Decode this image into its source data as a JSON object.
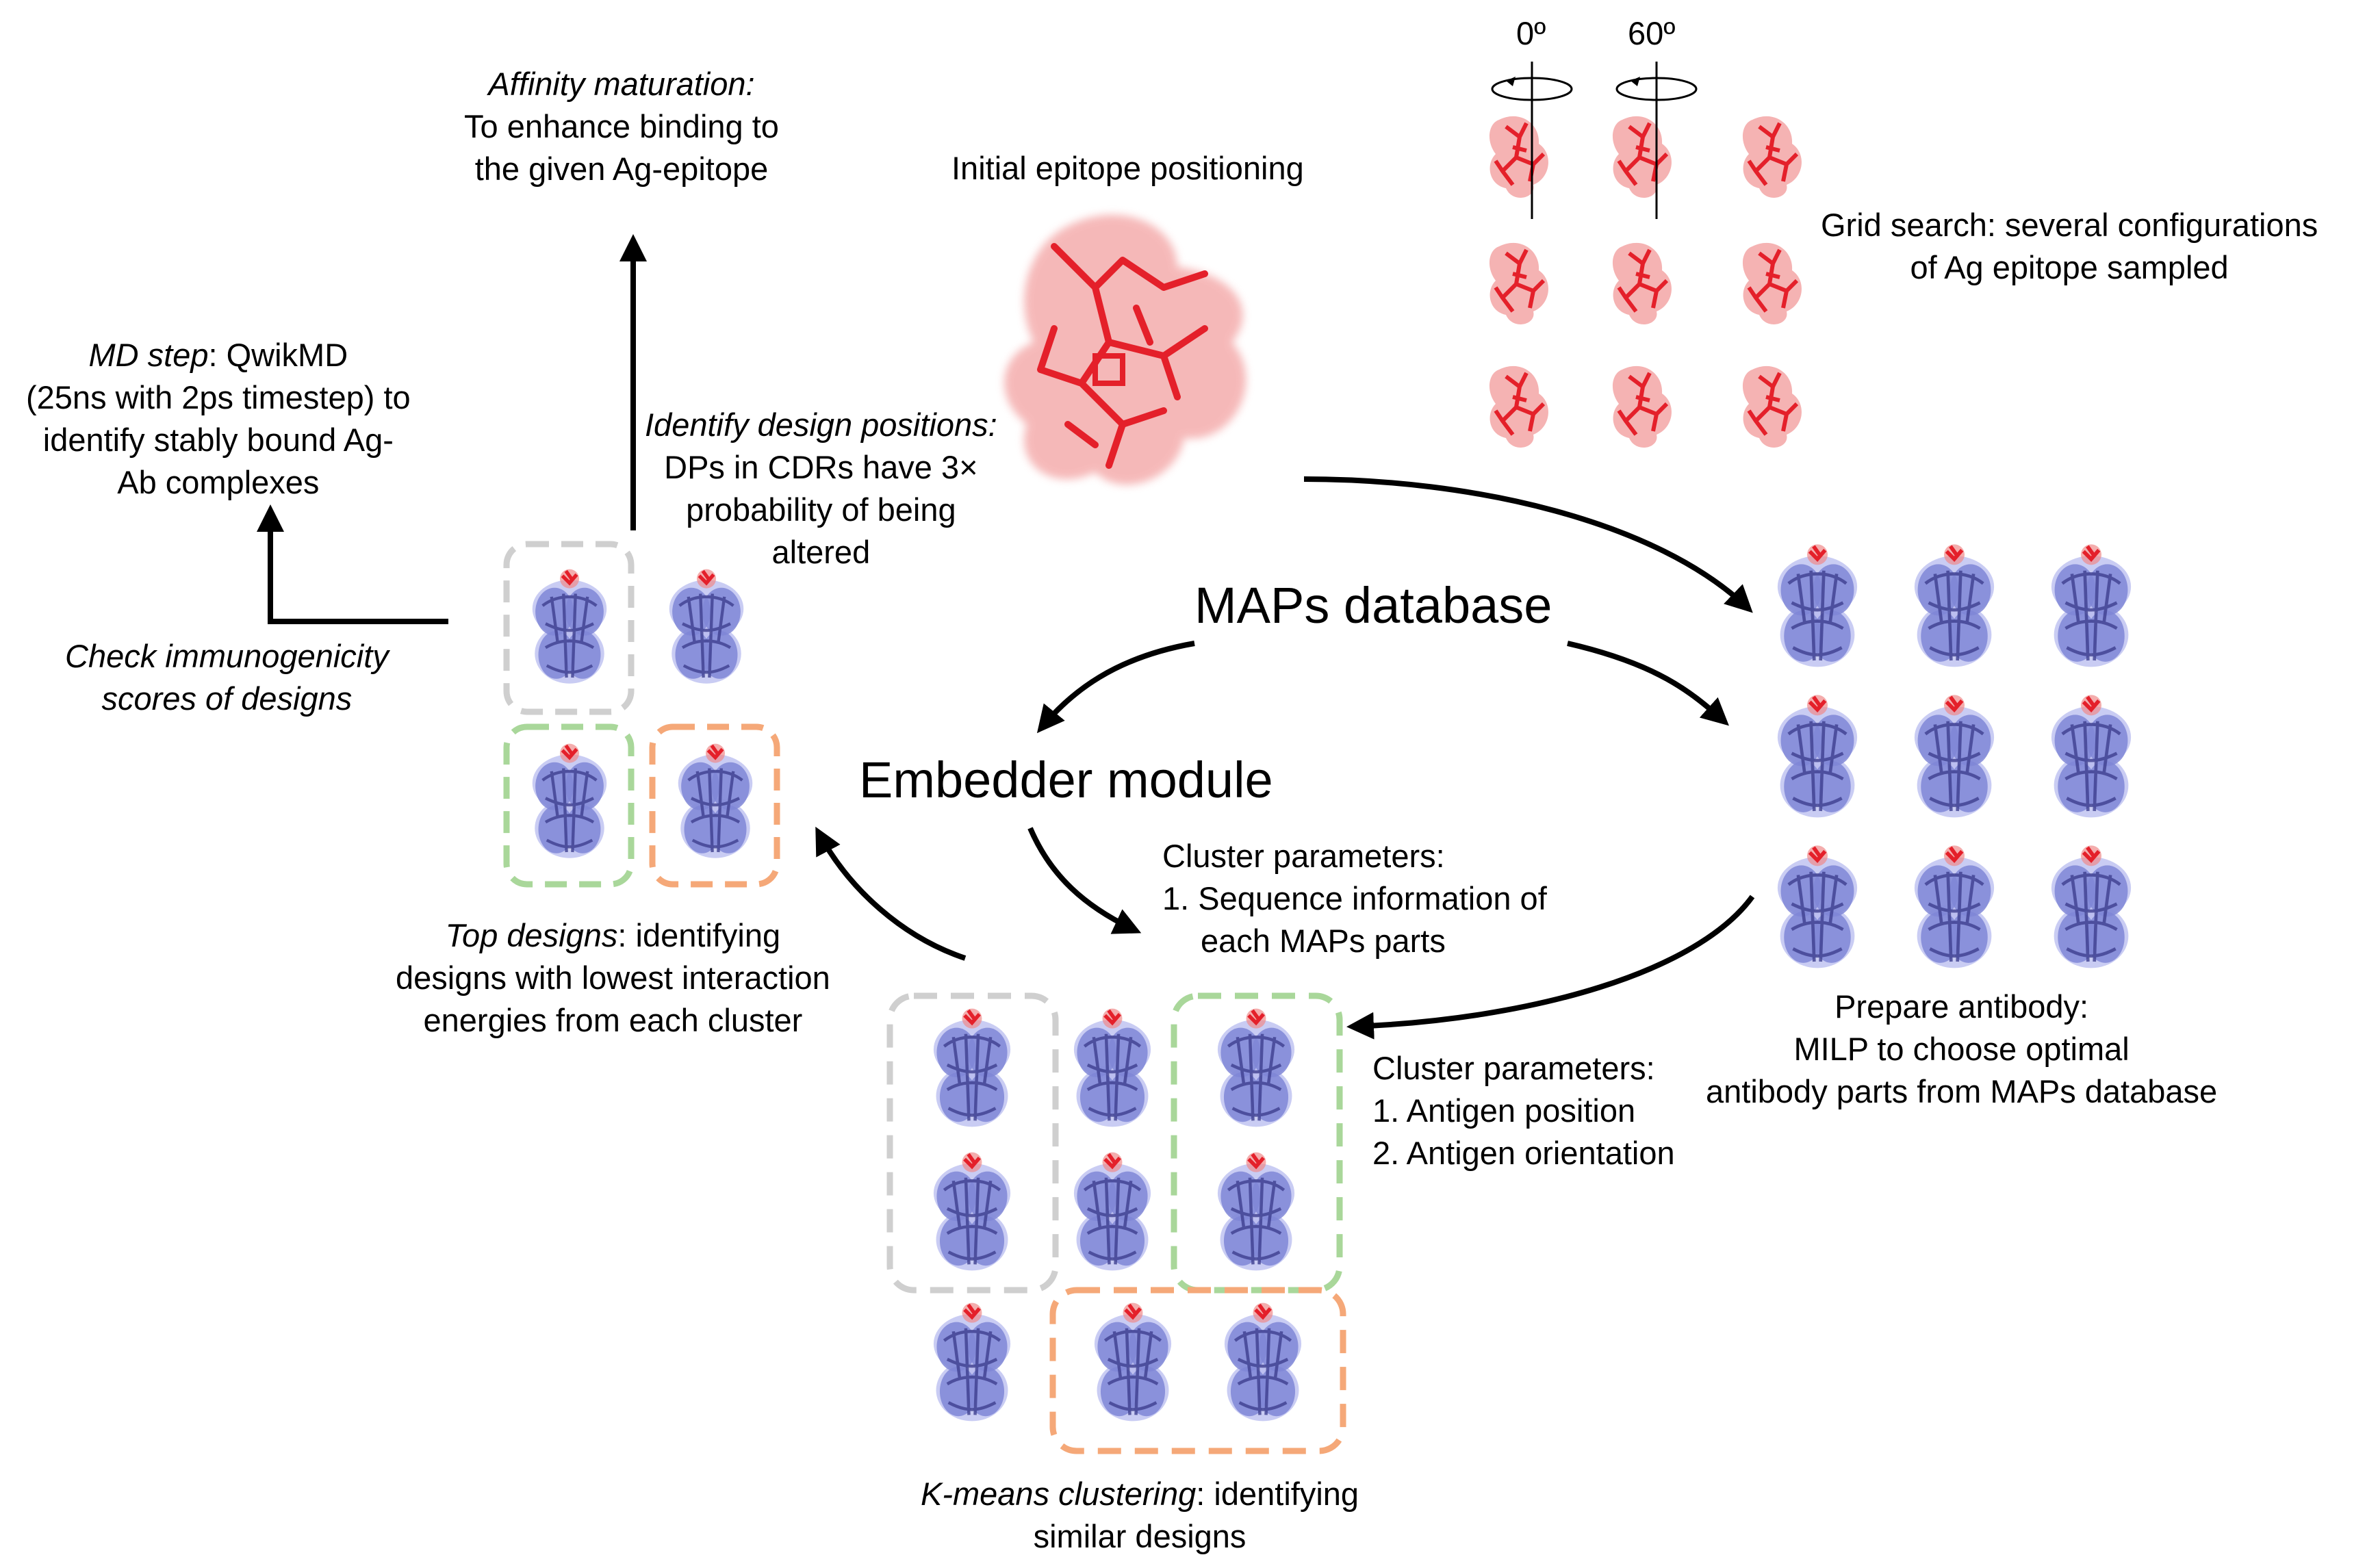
{
  "diagram": {
    "hub_label": "MAPs database",
    "embedder_label": "Embedder module",
    "initial_epitope": "Initial epitope positioning",
    "grid_search": {
      "angle_a": "0º",
      "angle_b": "60º",
      "line1": "Grid search: several configurations",
      "line2": "of Ag epitope sampled"
    },
    "affinity": {
      "title": "Affinity maturation:",
      "line1": "To enhance binding to",
      "line2": "the given Ag-epitope"
    },
    "md_step": {
      "title": "MD step",
      "title_rest": ": QwikMD",
      "line1": "(25ns with 2ps timestep) to",
      "line2": "identify stably bound Ag-",
      "line3": "Ab complexes"
    },
    "immunogenicity": {
      "line1": "Check immunogenicity",
      "line2": "scores of designs"
    },
    "design_positions": {
      "title": "Identify design positions:",
      "line1": "DPs in CDRs have 3×",
      "line2": "probability of being",
      "line3": "altered"
    },
    "top_designs": {
      "title": "Top designs",
      "title_rest": ": identifying",
      "line1": "designs with lowest interaction",
      "line2": "energies from each cluster"
    },
    "cluster_seq": {
      "title": "Cluster parameters:",
      "line1": "1. Sequence information of",
      "line2": "each MAPs parts"
    },
    "cluster_pos": {
      "title": "Cluster parameters:",
      "line1": "1. Antigen position",
      "line2": "2. Antigen orientation"
    },
    "prepare": {
      "line1": "Prepare antibody:",
      "line2": "MILP to choose optimal",
      "line3": "antibody parts from MAPs database"
    },
    "kmeans": {
      "title": "K-means clustering",
      "title_rest": ": identifying",
      "line1": "similar designs"
    }
  },
  "colors": {
    "antibody": "#7f86d6",
    "antibody_dark": "#3d3f8f",
    "epitope": "#e4202a",
    "epitope_glow": "#f08a8a",
    "box_gray": "#cfcfcf",
    "box_green": "#a9d79a",
    "box_orange": "#f5a878",
    "arrow": "#000000"
  }
}
